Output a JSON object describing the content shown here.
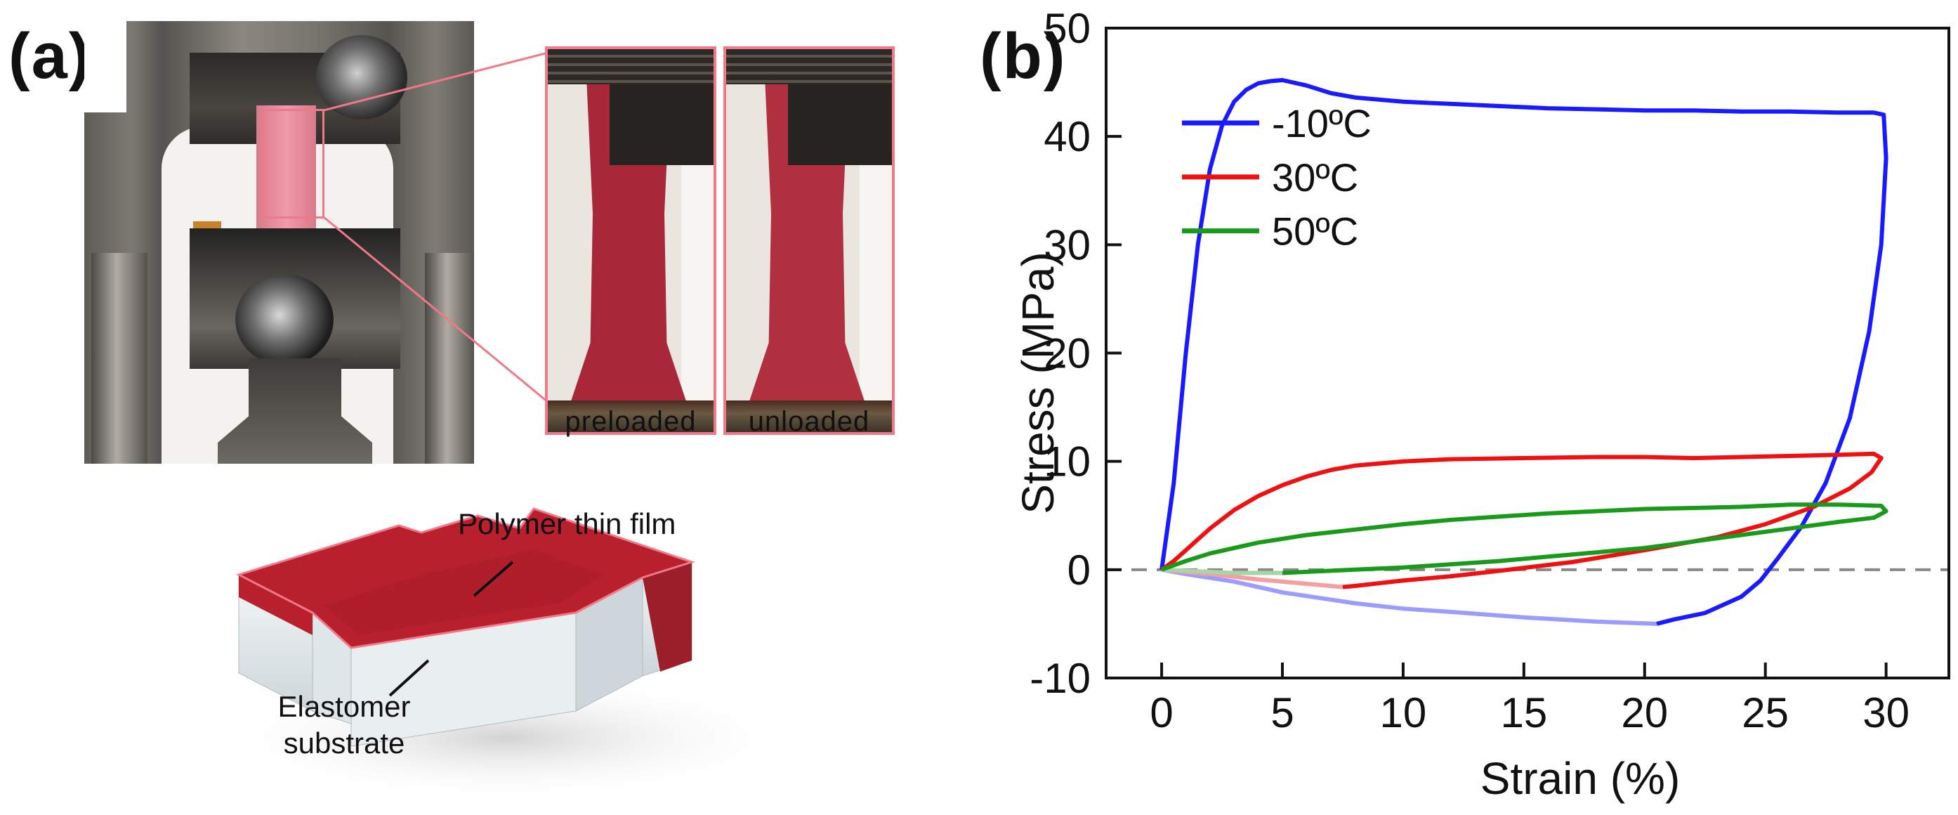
{
  "panel_a": {
    "letter": "(a)",
    "inset_captions": [
      "preloaded",
      "unloaded"
    ],
    "label_polymer": "Polymer thin film",
    "label_elastomer": "Elastomer substrate",
    "colors": {
      "film": "#b8202e",
      "highlight": "#f07888",
      "substrate": "#e6ecef"
    }
  },
  "panel_b": {
    "letter": "(b)"
  },
  "chart_data": {
    "type": "line",
    "xlabel": "Strain (%)",
    "ylabel": "Stress (MPa)",
    "xlim": [
      -2.3,
      32.6
    ],
    "ylim": [
      -10,
      50
    ],
    "xticks": [
      0,
      5,
      10,
      15,
      20,
      25,
      30
    ],
    "yticks": [
      -10,
      0,
      10,
      20,
      30,
      40,
      50
    ],
    "grid": false,
    "legend_position": "upper-left inside",
    "reference_line": {
      "y": 0,
      "style": "dashed",
      "color": "#888888"
    },
    "series": [
      {
        "name": "-10ºC",
        "color": "#1a1aff",
        "unloading_color": "#9c9cff",
        "loading": [
          [
            0,
            0
          ],
          [
            0.5,
            8
          ],
          [
            1,
            20
          ],
          [
            1.5,
            30
          ],
          [
            2,
            37
          ],
          [
            2.5,
            41
          ],
          [
            3,
            43.2
          ],
          [
            3.5,
            44.3
          ],
          [
            4,
            44.9
          ],
          [
            4.5,
            45.1
          ],
          [
            5,
            45.2
          ],
          [
            6,
            44.7
          ],
          [
            7,
            44.0
          ],
          [
            8,
            43.6
          ],
          [
            10,
            43.2
          ],
          [
            12,
            43.0
          ],
          [
            14,
            42.8
          ],
          [
            16,
            42.6
          ],
          [
            18,
            42.5
          ],
          [
            20,
            42.4
          ],
          [
            22,
            42.4
          ],
          [
            24,
            42.3
          ],
          [
            26,
            42.3
          ],
          [
            28,
            42.2
          ],
          [
            29.5,
            42.2
          ],
          [
            29.9,
            42.0
          ],
          [
            30,
            38
          ],
          [
            29.8,
            30
          ],
          [
            29.3,
            22
          ],
          [
            28.5,
            14
          ],
          [
            27.5,
            8
          ],
          [
            26.5,
            4
          ],
          [
            25.5,
            1
          ],
          [
            24.8,
            -1
          ],
          [
            24,
            -2.5
          ],
          [
            22.5,
            -4
          ],
          [
            21.2,
            -4.6
          ],
          [
            20.5,
            -5
          ]
        ],
        "unloading": [
          [
            20.5,
            -5
          ],
          [
            18,
            -4.8
          ],
          [
            15,
            -4.4
          ],
          [
            12,
            -3.9
          ],
          [
            10,
            -3.6
          ],
          [
            8,
            -3.1
          ],
          [
            5,
            -2.1
          ],
          [
            3,
            -1.1
          ],
          [
            1,
            -0.4
          ],
          [
            0,
            0
          ]
        ]
      },
      {
        "name": "30ºC",
        "color": "#ee1111",
        "unloading_color": "#f4a0a0",
        "loading": [
          [
            0,
            0
          ],
          [
            0.5,
            0.8
          ],
          [
            1,
            1.8
          ],
          [
            2,
            3.8
          ],
          [
            3,
            5.5
          ],
          [
            4,
            6.8
          ],
          [
            5,
            7.8
          ],
          [
            6,
            8.6
          ],
          [
            7,
            9.2
          ],
          [
            8,
            9.6
          ],
          [
            10,
            10.0
          ],
          [
            12,
            10.2
          ],
          [
            15,
            10.3
          ],
          [
            18,
            10.4
          ],
          [
            20,
            10.4
          ],
          [
            22,
            10.3
          ],
          [
            24,
            10.4
          ],
          [
            26,
            10.5
          ],
          [
            28,
            10.6
          ],
          [
            29.5,
            10.7
          ],
          [
            29.8,
            10.3
          ],
          [
            29.4,
            9
          ],
          [
            28.5,
            7.5
          ],
          [
            27,
            5.8
          ],
          [
            25,
            4.2
          ],
          [
            23,
            3
          ],
          [
            20,
            1.8
          ],
          [
            17,
            0.7
          ],
          [
            14,
            -0.1
          ],
          [
            12,
            -0.6
          ],
          [
            10,
            -1.0
          ],
          [
            8,
            -1.5
          ],
          [
            7.5,
            -1.6
          ]
        ],
        "unloading": [
          [
            7.5,
            -1.6
          ],
          [
            6,
            -1.3
          ],
          [
            4,
            -0.9
          ],
          [
            2,
            -0.4
          ],
          [
            0,
            0
          ]
        ]
      },
      {
        "name": "50ºC",
        "color": "#1a9a1a",
        "unloading_color": "#a8d4a8",
        "loading": [
          [
            0,
            0
          ],
          [
            1,
            0.8
          ],
          [
            2,
            1.5
          ],
          [
            4,
            2.5
          ],
          [
            6,
            3.2
          ],
          [
            8,
            3.7
          ],
          [
            10,
            4.2
          ],
          [
            12,
            4.6
          ],
          [
            14,
            4.9
          ],
          [
            16,
            5.2
          ],
          [
            18,
            5.4
          ],
          [
            20,
            5.6
          ],
          [
            22,
            5.7
          ],
          [
            24,
            5.8
          ],
          [
            26,
            6.0
          ],
          [
            28,
            6.0
          ],
          [
            29.8,
            5.9
          ],
          [
            30,
            5.4
          ],
          [
            29.5,
            4.8
          ],
          [
            28,
            4.4
          ],
          [
            26,
            3.8
          ],
          [
            24,
            3.2
          ],
          [
            22,
            2.6
          ],
          [
            20,
            2.0
          ],
          [
            18,
            1.6
          ],
          [
            16,
            1.2
          ],
          [
            14,
            0.8
          ],
          [
            12,
            0.5
          ],
          [
            10,
            0.2
          ],
          [
            8,
            0
          ],
          [
            6,
            -0.2
          ],
          [
            5,
            -0.3
          ]
        ],
        "unloading": [
          [
            5,
            -0.3
          ],
          [
            3,
            -0.3
          ],
          [
            1,
            -0.1
          ],
          [
            0,
            0
          ]
        ]
      }
    ]
  }
}
